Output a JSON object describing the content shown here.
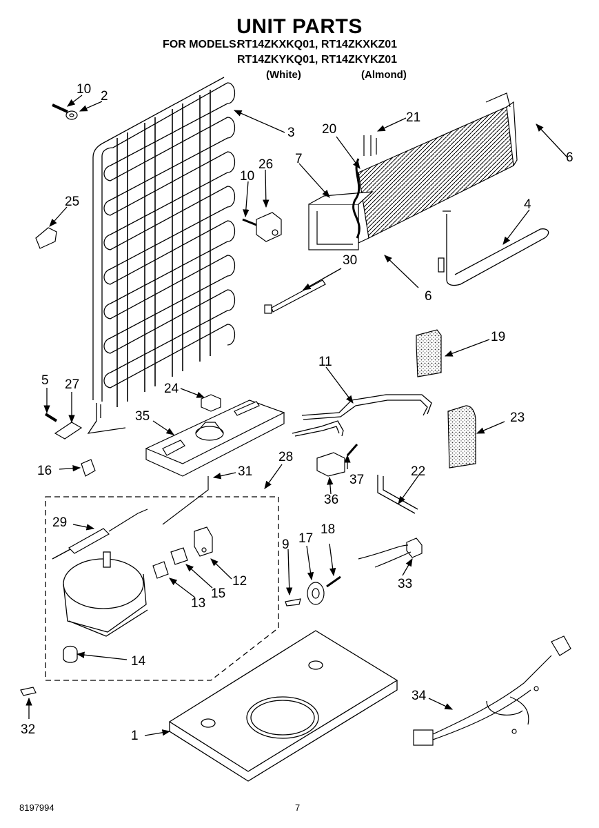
{
  "header": {
    "title": "UNIT PARTS",
    "models_label": "FOR MODELS:",
    "models_line1": "RT14ZKXKQ01, RT14ZKXKZ01",
    "models_line2": "RT14ZKYKQ01, RT14ZKYKZ01",
    "variant_white": "(White)",
    "variant_almond": "(Almond)"
  },
  "callouts": [
    "1",
    "2",
    "3",
    "4",
    "5",
    "6",
    "6",
    "7",
    "9",
    "10",
    "10",
    "11",
    "12",
    "13",
    "14",
    "15",
    "16",
    "17",
    "18",
    "19",
    "20",
    "21",
    "22",
    "23",
    "24",
    "25",
    "26",
    "27",
    "28",
    "29",
    "30",
    "31",
    "32",
    "33",
    "34",
    "35",
    "36",
    "37"
  ],
  "footer": {
    "doc_number": "8197994",
    "page_number": "7"
  }
}
